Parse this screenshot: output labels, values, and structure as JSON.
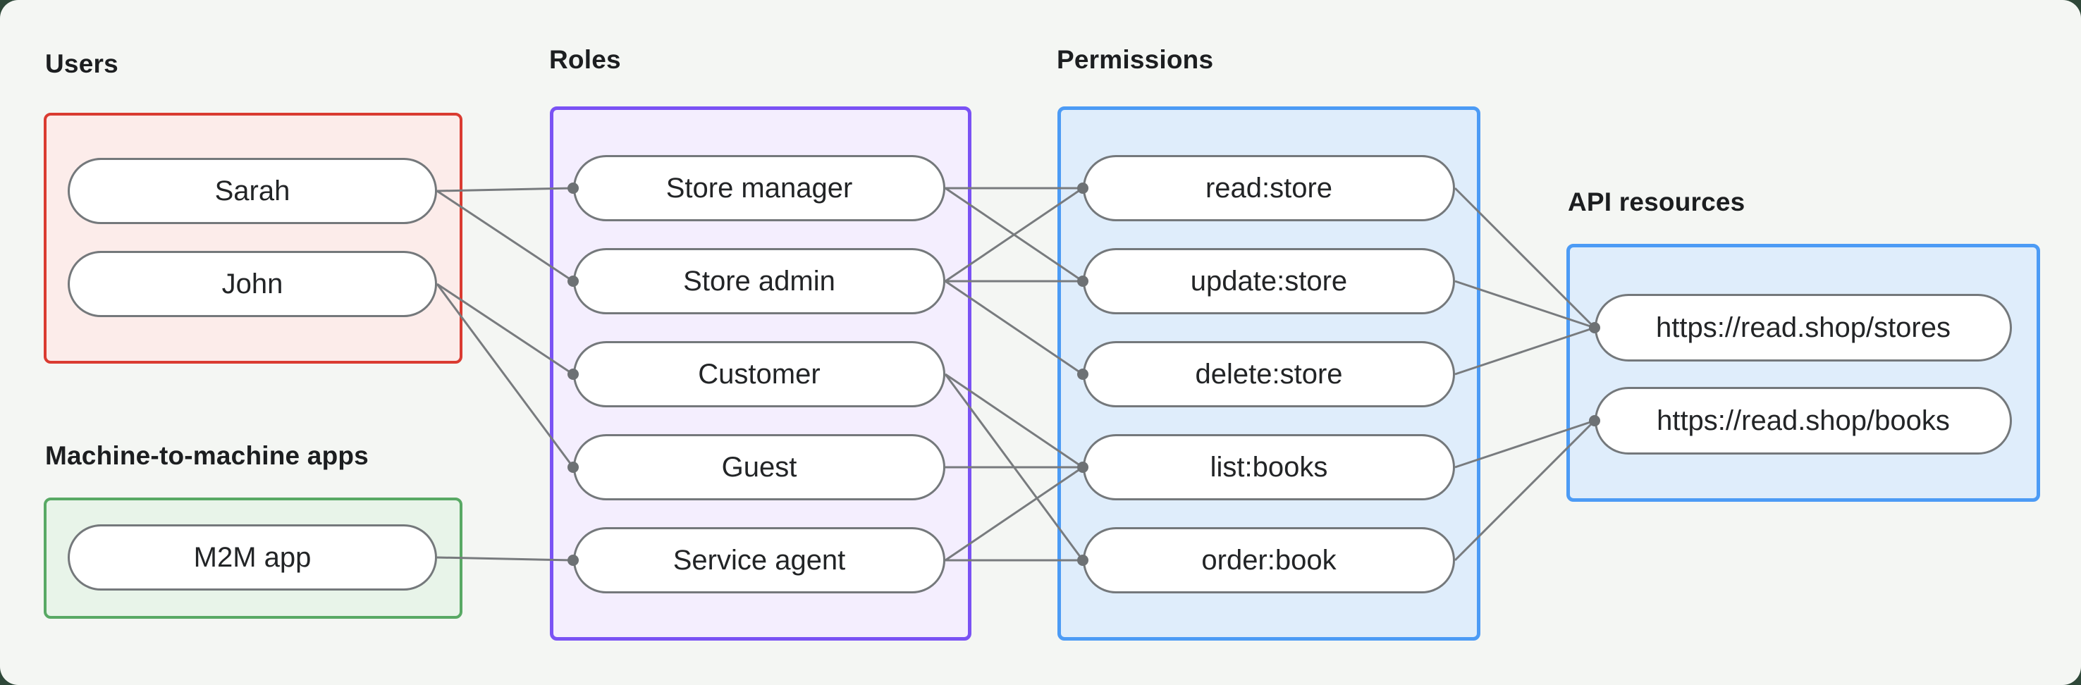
{
  "colors": {
    "background": "#2f4839",
    "panel": "#f4f6f3",
    "heading_text": "#1c1e20",
    "node_text": "#222426",
    "node_fill": "#ffffff",
    "node_border": "#74787b",
    "connector": "#787b7e",
    "connector_dot": "#6d7174",
    "users_border": "#da3b31",
    "users_fill": "#fcecea",
    "m2m_border": "#58a964",
    "m2m_fill": "#e8f4e9",
    "roles_border": "#7a52f4",
    "roles_fill": "#f4eefe",
    "permissions_border": "#4c9bf5",
    "permissions_fill": "#dfedfb",
    "api_border": "#4c9bf5",
    "api_fill": "#dfedfb"
  },
  "sections": {
    "users": {
      "label": "Users",
      "items": [
        {
          "id": "sarah",
          "label": "Sarah"
        },
        {
          "id": "john",
          "label": "John"
        }
      ]
    },
    "m2m": {
      "label": "Machine-to-machine apps",
      "items": [
        {
          "id": "m2m-app",
          "label": "M2M app"
        }
      ]
    },
    "roles": {
      "label": "Roles",
      "items": [
        {
          "id": "store-manager",
          "label": "Store manager"
        },
        {
          "id": "store-admin",
          "label": "Store admin"
        },
        {
          "id": "customer",
          "label": "Customer"
        },
        {
          "id": "guest",
          "label": "Guest"
        },
        {
          "id": "service-agent",
          "label": "Service agent"
        }
      ]
    },
    "permissions": {
      "label": "Permissions",
      "items": [
        {
          "id": "read-store",
          "label": "read:store"
        },
        {
          "id": "update-store",
          "label": "update:store"
        },
        {
          "id": "delete-store",
          "label": "delete:store"
        },
        {
          "id": "list-books",
          "label": "list:books"
        },
        {
          "id": "order-book",
          "label": "order:book"
        }
      ]
    },
    "api": {
      "label": "API resources",
      "items": [
        {
          "id": "api-stores",
          "label": "https://read.shop/stores"
        },
        {
          "id": "api-books",
          "label": "https://read.shop/books"
        }
      ]
    }
  },
  "edges": [
    [
      "sarah",
      "store-manager"
    ],
    [
      "sarah",
      "store-admin"
    ],
    [
      "john",
      "customer"
    ],
    [
      "john",
      "guest"
    ],
    [
      "m2m-app",
      "service-agent"
    ],
    [
      "store-manager",
      "read-store"
    ],
    [
      "store-manager",
      "update-store"
    ],
    [
      "store-admin",
      "read-store"
    ],
    [
      "store-admin",
      "update-store"
    ],
    [
      "store-admin",
      "delete-store"
    ],
    [
      "customer",
      "list-books"
    ],
    [
      "customer",
      "order-book"
    ],
    [
      "guest",
      "list-books"
    ],
    [
      "service-agent",
      "list-books"
    ],
    [
      "service-agent",
      "order-book"
    ],
    [
      "read-store",
      "api-stores"
    ],
    [
      "update-store",
      "api-stores"
    ],
    [
      "delete-store",
      "api-stores"
    ],
    [
      "list-books",
      "api-books"
    ],
    [
      "order-book",
      "api-books"
    ]
  ]
}
